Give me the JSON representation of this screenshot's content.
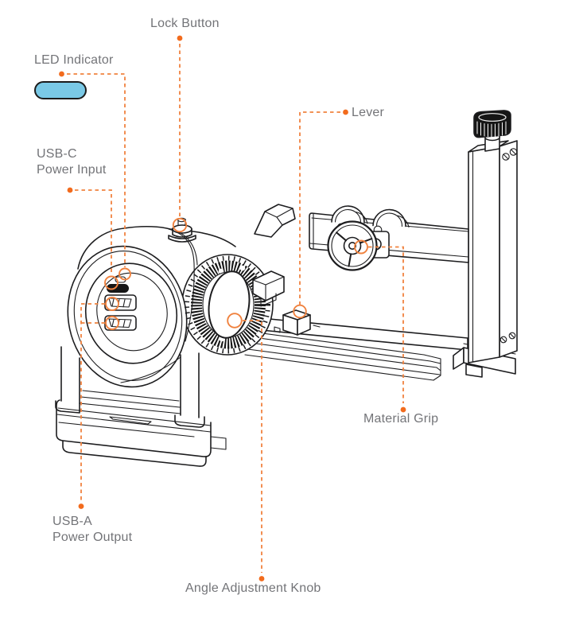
{
  "colors": {
    "background": "#ffffff",
    "line_art": "#1d1d1f",
    "label_text": "#737478",
    "accent_dot": "#f26b1d",
    "accent_dash": "#f0823f",
    "led_fill": "#7ac9e6",
    "led_border": "#1b1b1b"
  },
  "callouts": {
    "lock_button": {
      "label": "Lock Button"
    },
    "led_indicator": {
      "label": "LED Indicator"
    },
    "usb_c": {
      "label_line1": "USB-C",
      "label_line2": "Power Input"
    },
    "lever": {
      "label": "Lever"
    },
    "material_grip": {
      "label": "Material Grip"
    },
    "usb_a": {
      "label_line1": "USB-A",
      "label_line2": "Power Output"
    },
    "angle_adjustment_knob": {
      "label": "Angle Adjustment Knob"
    }
  }
}
